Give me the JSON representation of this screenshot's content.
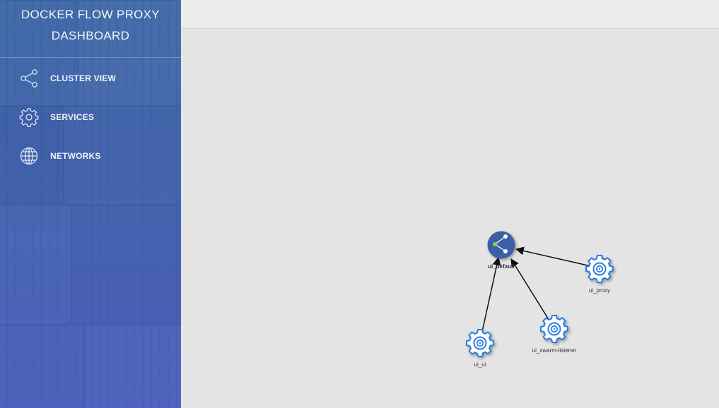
{
  "app": {
    "title_line1": "DOCKER FLOW PROXY",
    "title_line2": "DASHBOARD"
  },
  "sidebar": {
    "items": [
      {
        "label": "CLUSTER VIEW",
        "icon": "share-icon"
      },
      {
        "label": "SERVICES",
        "icon": "gear-icon"
      },
      {
        "label": "NETWORKS",
        "icon": "globe-icon"
      }
    ]
  },
  "graph": {
    "network": {
      "label": "ui_default",
      "icon": "share-icon",
      "color": "#3b5fa6"
    },
    "services": [
      {
        "label": "ui_proxy",
        "icon": "gear-icon"
      },
      {
        "label": "ui_swarm-listener",
        "icon": "gear-icon"
      },
      {
        "label": "ui_ui",
        "icon": "gear-icon"
      }
    ],
    "service_color": "#2a7de1"
  }
}
